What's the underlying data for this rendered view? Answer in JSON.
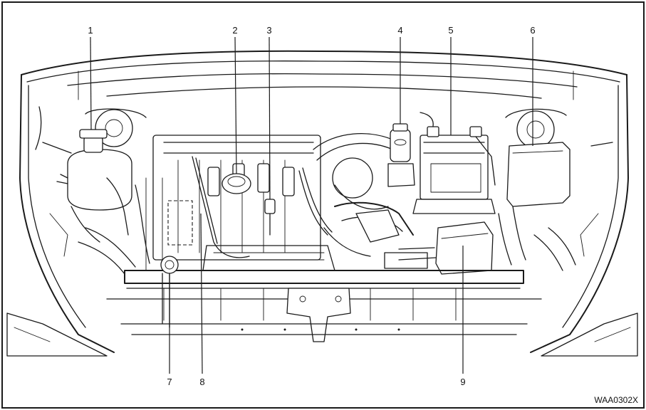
{
  "callouts": {
    "c1": "1",
    "c2": "2",
    "c3": "3",
    "c4": "4",
    "c5": "5",
    "c6": "6",
    "c7": "7",
    "c8": "8",
    "c9": "9"
  },
  "figure_code": "WAA0302X"
}
